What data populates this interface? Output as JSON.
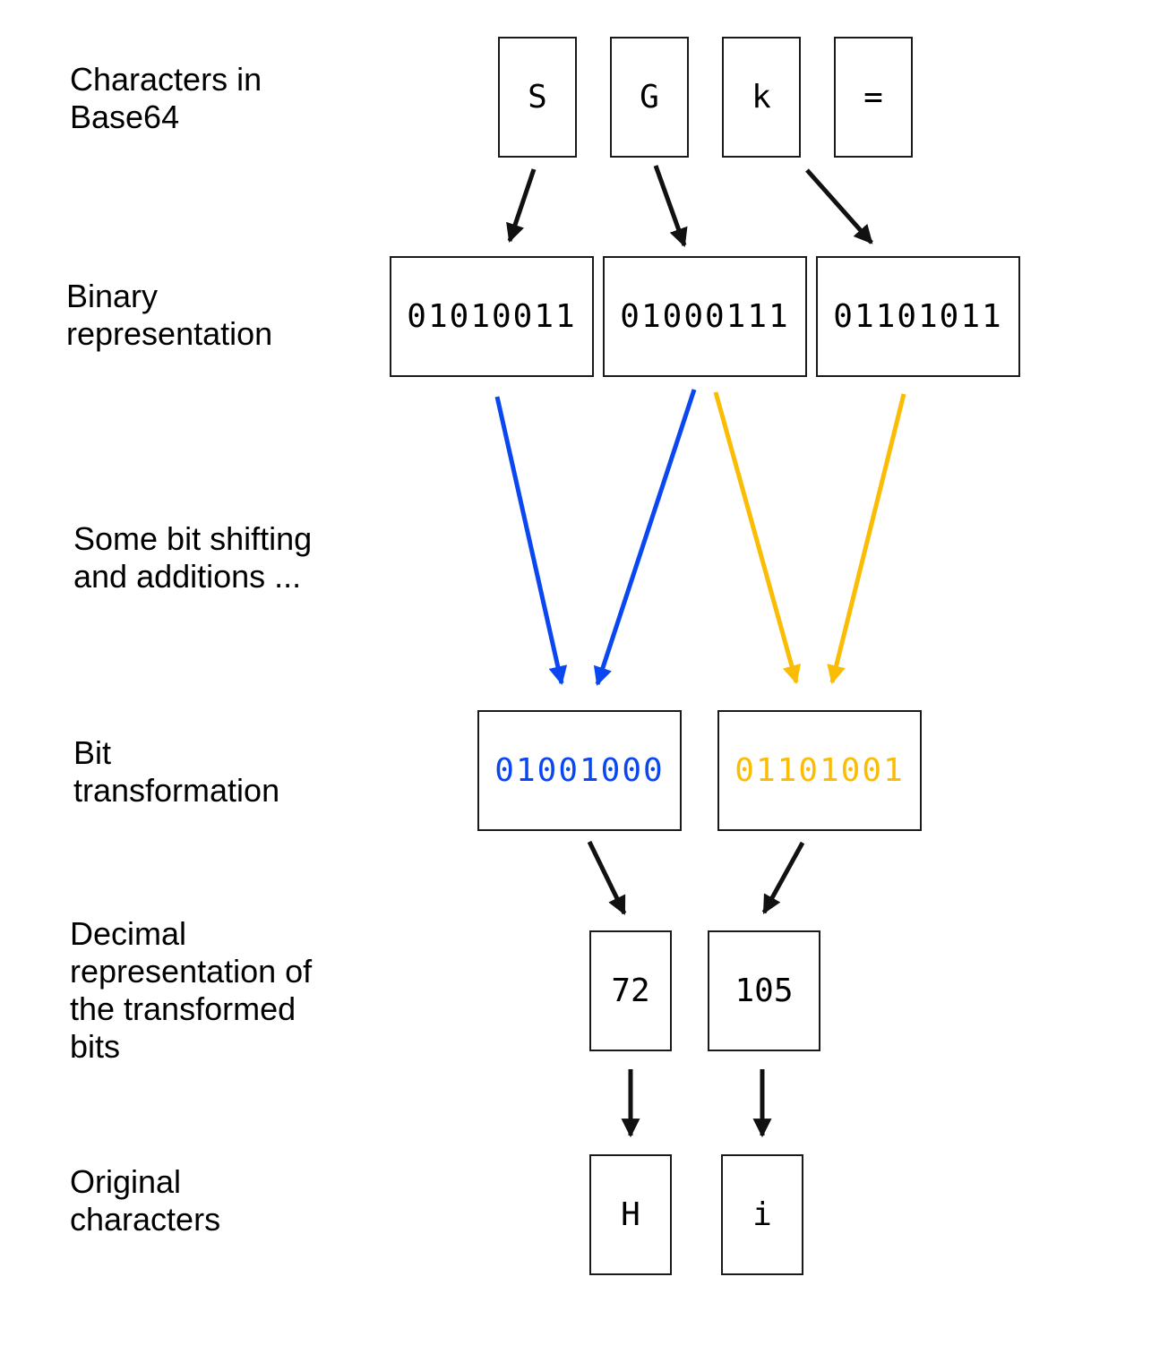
{
  "labels": {
    "chars": "Characters in\nBase64",
    "binary": "Binary\nrepresentation",
    "shift": "Some bit shifting\nand additions ...",
    "transform": "Bit\ntransformation",
    "decimal": "Decimal\nrepresentation of\nthe transformed\nbits",
    "original": "Original\ncharacters"
  },
  "base64_chars": [
    "S",
    "G",
    "k",
    "="
  ],
  "binary_values": [
    "01010011",
    "01000111",
    "01101011"
  ],
  "transformed_bits": [
    "01001000",
    "01101001"
  ],
  "decimal_values": [
    "72",
    "105"
  ],
  "original_chars": [
    "H",
    "i"
  ],
  "colors": {
    "first_byte": "#0a47f0",
    "second_byte": "#fbbc04",
    "arrow": "#111111",
    "box_border": "#1a1a1a"
  }
}
